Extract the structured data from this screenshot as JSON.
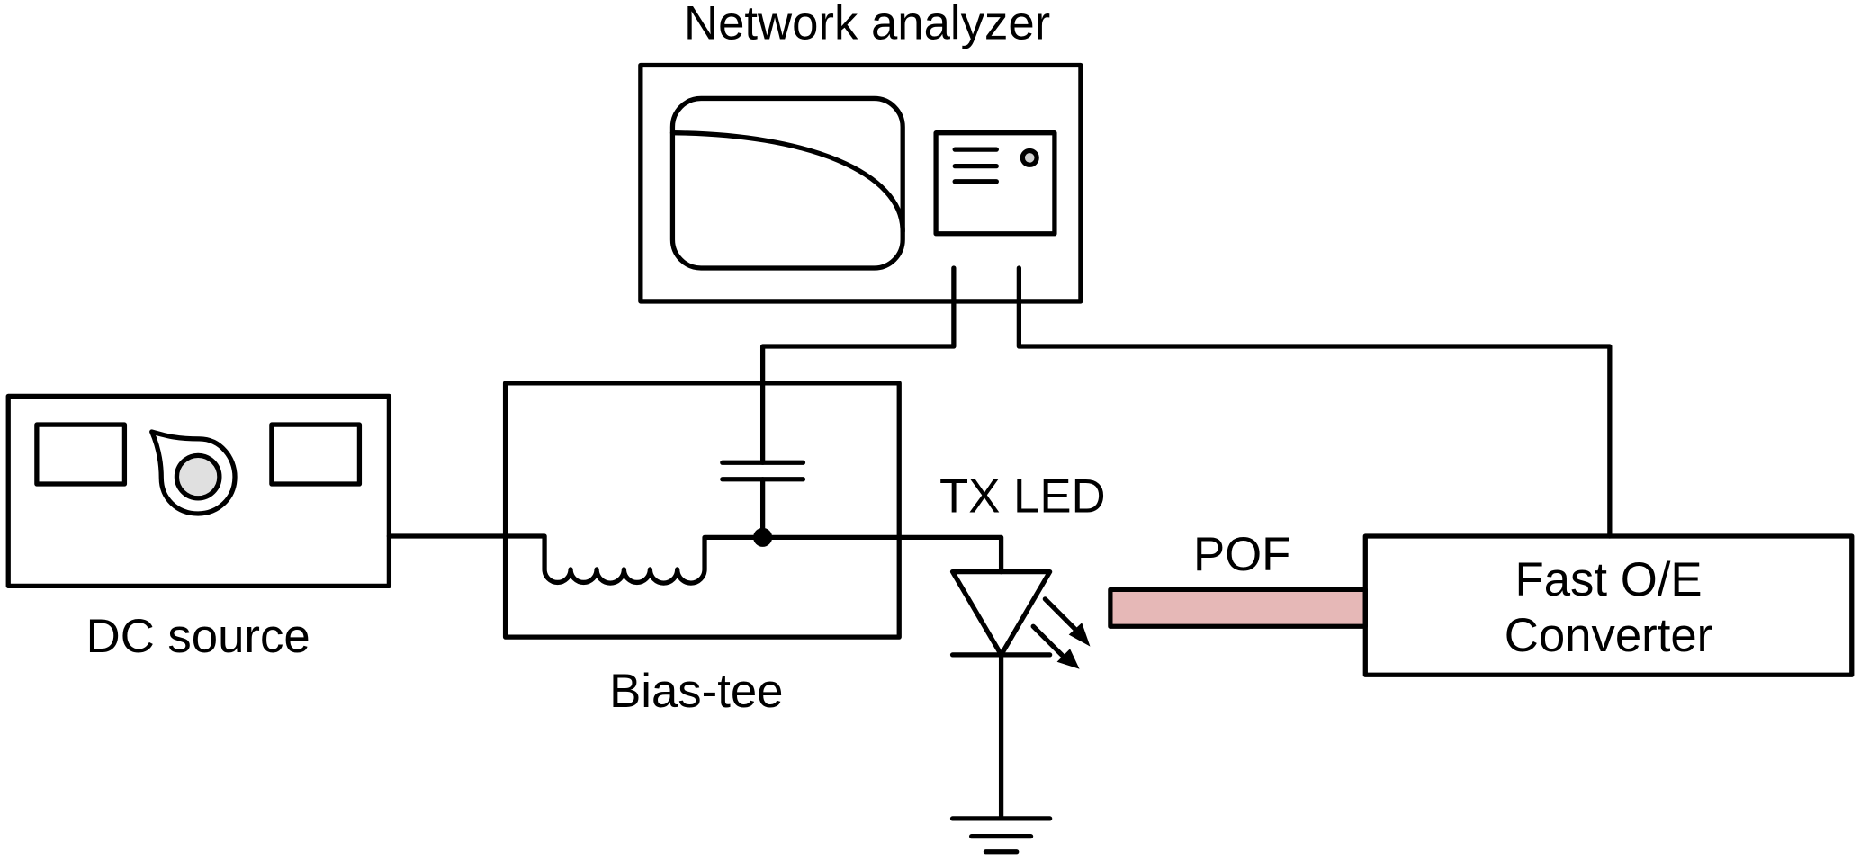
{
  "title": "Measurement setup",
  "labels": {
    "network_analyzer": "Network analyzer",
    "dc_source": "DC source",
    "bias_tee": "Bias-tee",
    "tx_led": "TX LED",
    "pof": "POF",
    "converter_line1": "Fast O/E",
    "converter_line2": "Converter"
  },
  "colors": {
    "pof_fill": "#e6b8b7",
    "knob_fill": "#e0e0e0",
    "stroke": "#000000"
  }
}
